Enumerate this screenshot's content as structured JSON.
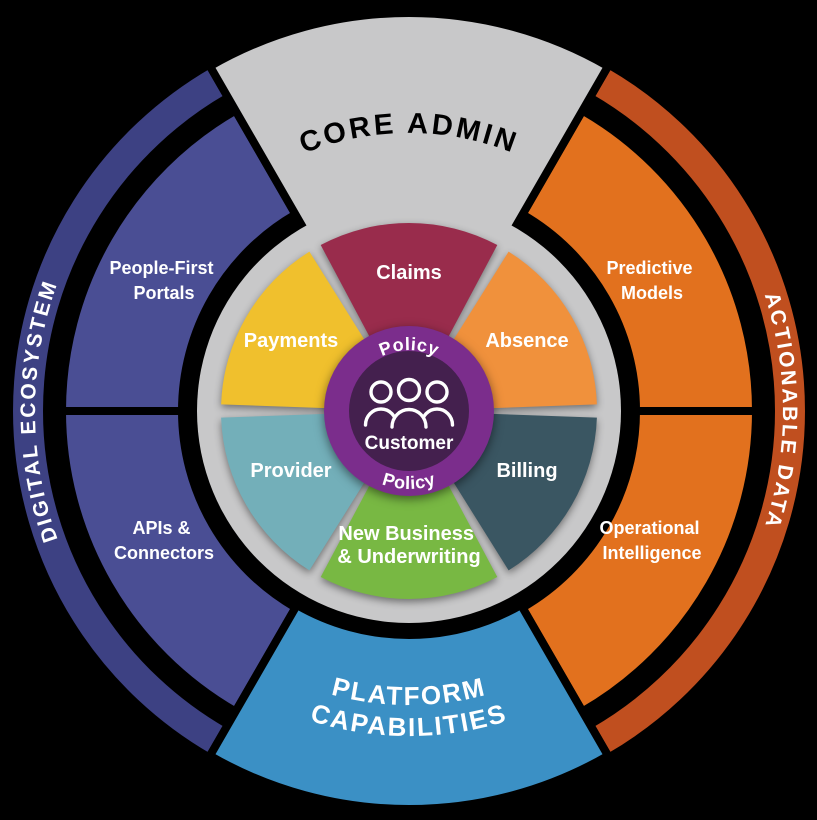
{
  "diagram_title": "Platform capability wheel",
  "colors": {
    "background": "#000000",
    "gray": "#C8C8C9",
    "blue": "#3B90C5",
    "indigo_outer": "#3D4183",
    "indigo_mid": "#4A4E94",
    "rust": "#C04F1F",
    "orange": "#E2711E",
    "claims": "#992C4C",
    "payments": "#F0C02D",
    "absence": "#F0913C",
    "provider": "#73AFB9",
    "billing": "#3A5662",
    "new_business": "#78B843",
    "purple_ring": "#7B2D8C",
    "purple_core": "#44204E",
    "text_light": "#FFFFFF",
    "text_dark": "#000000"
  },
  "outer_ring": {
    "top": {
      "label": "CORE ADMIN"
    },
    "right": {
      "label": "ACTIONABLE DATA"
    },
    "bottom": {
      "line1": "PLATFORM",
      "line2": "CAPABILITIES"
    },
    "left": {
      "label": "DIGITAL ECOSYSTEM"
    }
  },
  "middle_ring": {
    "people_first_portals": {
      "line1": "People-First",
      "line2": "Portals"
    },
    "apis_connectors": {
      "line1": "APIs &",
      "line2": "Connectors"
    },
    "predictive_models": {
      "line1": "Predictive",
      "line2": "Models"
    },
    "operational_intelligence": {
      "line1": "Operational",
      "line2": "Intelligence"
    }
  },
  "wheel": {
    "claims": {
      "label": "Claims"
    },
    "absence": {
      "label": "Absence"
    },
    "billing": {
      "label": "Billing"
    },
    "new_business": {
      "line1": "New Business",
      "line2": "& Underwriting"
    },
    "provider": {
      "label": "Provider"
    },
    "payments": {
      "label": "Payments"
    }
  },
  "center": {
    "policy_top": "Policy",
    "policy_bottom": "Policy",
    "customer": "Customer",
    "icon": "people-group-icon"
  }
}
